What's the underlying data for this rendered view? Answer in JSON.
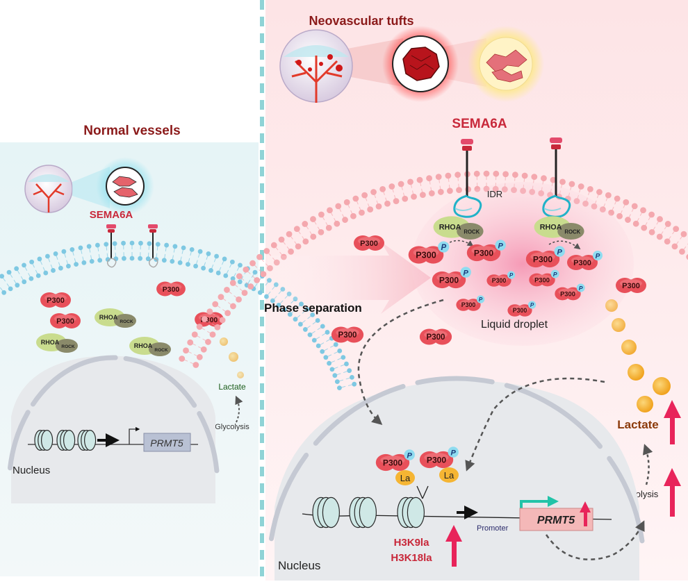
{
  "left_panel": {
    "title": "Normal vessels",
    "receptor_label": "SEMA6A",
    "p300_label": "P300",
    "rhoa_label": "RHOA",
    "rock_label": "ROCK",
    "lactate_label": "Lactate",
    "glycolysis_label": "Glycolysis",
    "gene_label": "PRMT5",
    "nucleus_label": "Nucleus"
  },
  "right_panel": {
    "title": "Neovascular tufts",
    "receptor_label": "SEMA6A",
    "idr_label": "IDR",
    "p300_label": "P300",
    "phospho_label": "P",
    "rhoa_label": "RHOA",
    "rock_label": "ROCK",
    "phase_separation_label": "Phase separation",
    "droplet_label": "Liquid droplet",
    "lactylation_label": "La",
    "lactate_label": "Lactate",
    "glycolysis_label": "Glycolysis",
    "promoter_label": "Promoter",
    "gene_label": "PRMT5",
    "histone_mark_1": "H3K9la",
    "histone_mark_2": "H3K18la",
    "nucleus_label": "Nucleus"
  },
  "colors": {
    "title_red": "#8b1a1a",
    "sema_red": "#c8283a",
    "p300_fill": "#e8505a",
    "rhoa_fill": "#c9dc8e",
    "rock_fill": "#8a8a6a",
    "droplet_pink": "#f7a8c0",
    "lactate_orange": "#f5b533",
    "up_arrow": "#e8245a",
    "promoter_arrow": "#22c3a8"
  }
}
